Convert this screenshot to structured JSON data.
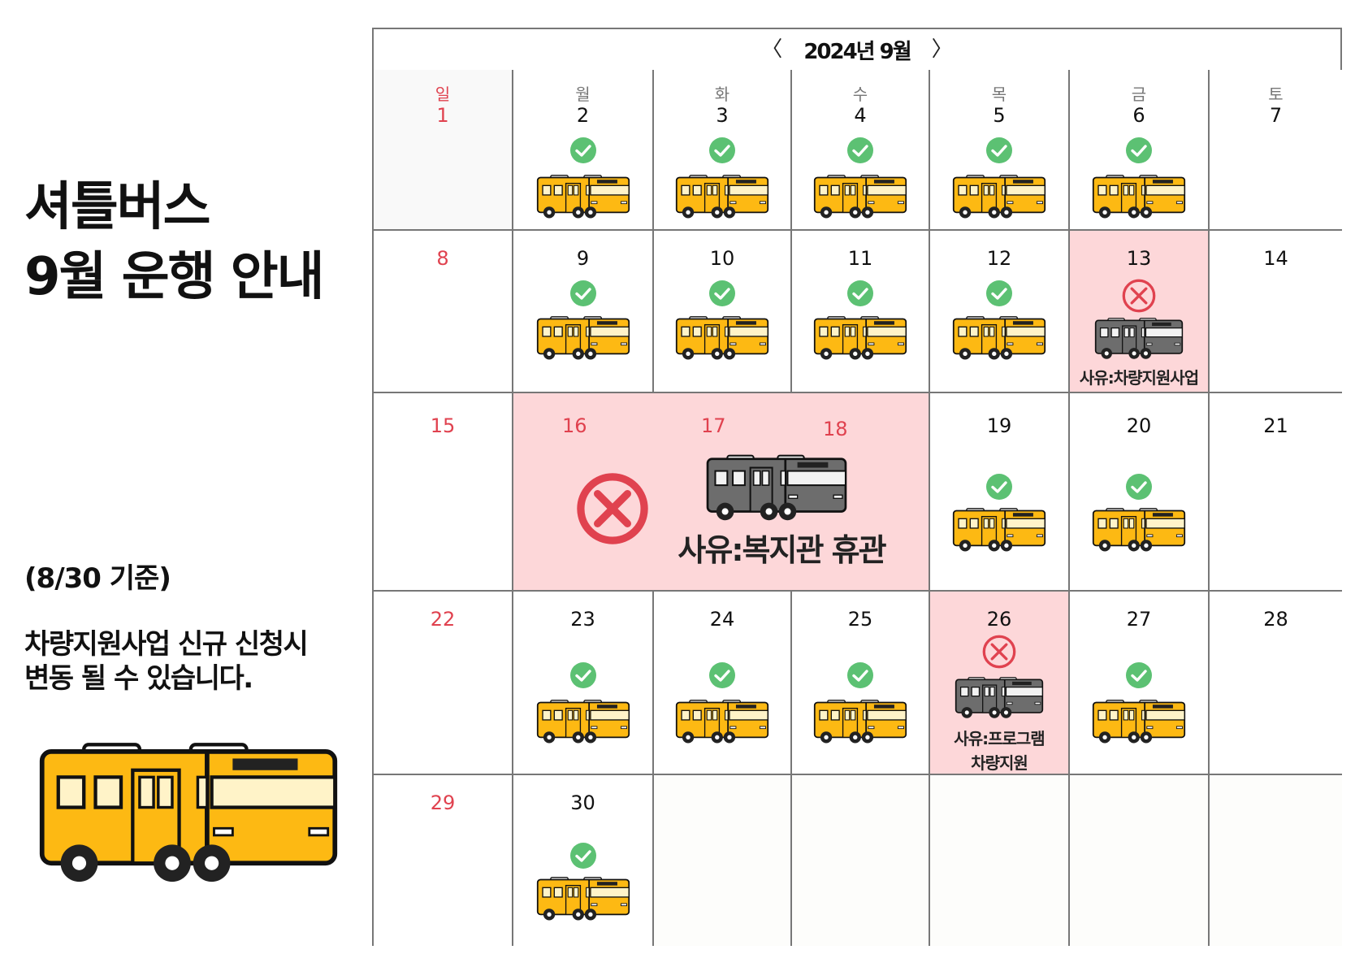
{
  "heading": {
    "line1": "셔틀버스",
    "line2": "9월 운행 안내"
  },
  "basis": "(8/30 기준)",
  "notice": {
    "line1": "차량지원사업 신규 신청시",
    "line2": "변동 될 수 있습니다."
  },
  "calendar": {
    "month_title": "2024년 9월",
    "prev_label": "〈",
    "next_label": "〉",
    "weekdays": [
      "일",
      "월",
      "화",
      "수",
      "목",
      "금",
      "토"
    ],
    "days": [
      {
        "day": "1",
        "status": "none"
      },
      {
        "day": "2",
        "status": "run"
      },
      {
        "day": "3",
        "status": "run"
      },
      {
        "day": "4",
        "status": "run"
      },
      {
        "day": "5",
        "status": "run"
      },
      {
        "day": "6",
        "status": "run"
      },
      {
        "day": "7",
        "status": "none"
      },
      {
        "day": "8",
        "status": "none"
      },
      {
        "day": "9",
        "status": "run"
      },
      {
        "day": "10",
        "status": "run"
      },
      {
        "day": "11",
        "status": "run"
      },
      {
        "day": "12",
        "status": "run"
      },
      {
        "day": "13",
        "status": "cancel",
        "reason": "사유:차량지원사업"
      },
      {
        "day": "14",
        "status": "none"
      },
      {
        "day": "15",
        "status": "none"
      },
      {
        "day": "16",
        "status": "cancel"
      },
      {
        "day": "17",
        "status": "cancel"
      },
      {
        "day": "18",
        "status": "cancel"
      },
      {
        "day": "19",
        "status": "run"
      },
      {
        "day": "20",
        "status": "run"
      },
      {
        "day": "21",
        "status": "none"
      },
      {
        "day": "22",
        "status": "none"
      },
      {
        "day": "23",
        "status": "run"
      },
      {
        "day": "24",
        "status": "run"
      },
      {
        "day": "25",
        "status": "run"
      },
      {
        "day": "26",
        "status": "cancel",
        "reason_line1": "사유:프로그램",
        "reason_line2": "차량지원"
      },
      {
        "day": "27",
        "status": "run"
      },
      {
        "day": "28",
        "status": "none"
      },
      {
        "day": "29",
        "status": "none"
      },
      {
        "day": "30",
        "status": "run"
      }
    ],
    "merged_closure": {
      "days": [
        "16",
        "17",
        "18"
      ],
      "reason": "사유:복지관 휴관"
    }
  },
  "colors": {
    "sunday": "#e0424f",
    "closed_bg": "#fdd7d9",
    "bus_yellow": "#fdb913",
    "bus_gray": "#6d6d6d",
    "check_green": "#5cc173",
    "cancel_red": "#e0424f"
  },
  "icons": {
    "run": "check-circle-icon",
    "cancel": "x-circle-icon",
    "bus": "bus-icon"
  }
}
